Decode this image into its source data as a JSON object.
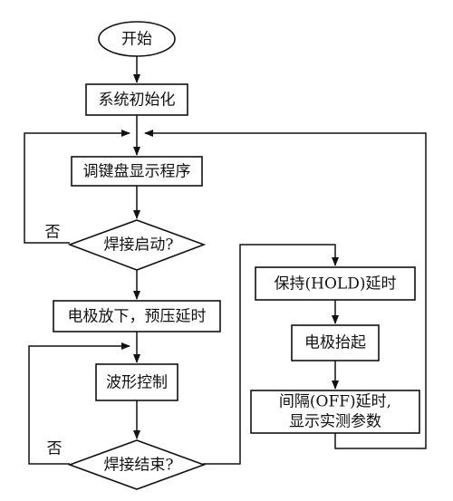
{
  "nodes": {
    "start": "开始",
    "init": "系统初始化",
    "keyboard_display": "调键盘显示程序",
    "weld_start_q": "焊接启动?",
    "electrode_down": "电极放下，预压延时",
    "waveform_control": "波形控制",
    "weld_end_q": "焊接结束?",
    "hold_delay": "保持(HOLD)延时",
    "electrode_up": "电极抬起",
    "off_delay_line1": "间隔(OFF)延时,",
    "off_delay_line2": "显示实测参数"
  },
  "edge_labels": {
    "weld_start_no": "否",
    "weld_end_no": "否"
  }
}
